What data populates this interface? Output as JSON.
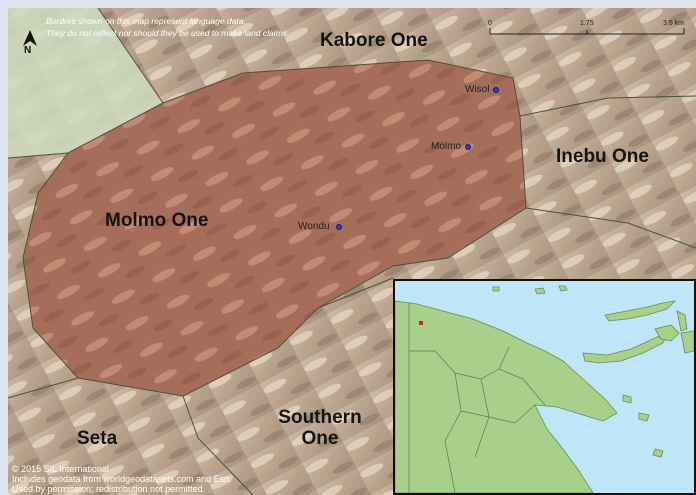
{
  "map": {
    "disclaimer_lines": [
      "Borders shown on this map represent language data.",
      "They do not reflect nor should they be used to make land claims."
    ],
    "north_label": "N",
    "scale": {
      "labels": [
        "0",
        "1.75",
        "3.5 km"
      ]
    },
    "regions": [
      {
        "id": "kabore",
        "lines": [
          "Kabore One"
        ]
      },
      {
        "id": "inebu",
        "lines": [
          "Inebu One"
        ]
      },
      {
        "id": "molmo",
        "lines": [
          "Molmo One"
        ]
      },
      {
        "id": "seta",
        "lines": [
          "Seta"
        ]
      },
      {
        "id": "southern",
        "lines": [
          "Southern",
          "One"
        ]
      }
    ],
    "towns": [
      {
        "id": "wisol",
        "label": "Wisol"
      },
      {
        "id": "molmo",
        "label": "Molmo"
      },
      {
        "id": "wondu",
        "label": "Wondu"
      }
    ],
    "credits": [
      "© 2015 SIL International",
      "Includes geodata from worldgeodatasets.com and Esri.",
      "Used by permission; redistribution not permitted."
    ],
    "colors": {
      "terrain_light": "#d8c8b2",
      "terrain_dark": "#9c8874",
      "molmo_area": "#a8705c",
      "ocean": "#bfe6f8",
      "land": "#a8d08a",
      "town_dot": "#2a3fd0",
      "study_marker": "#d42020"
    }
  }
}
